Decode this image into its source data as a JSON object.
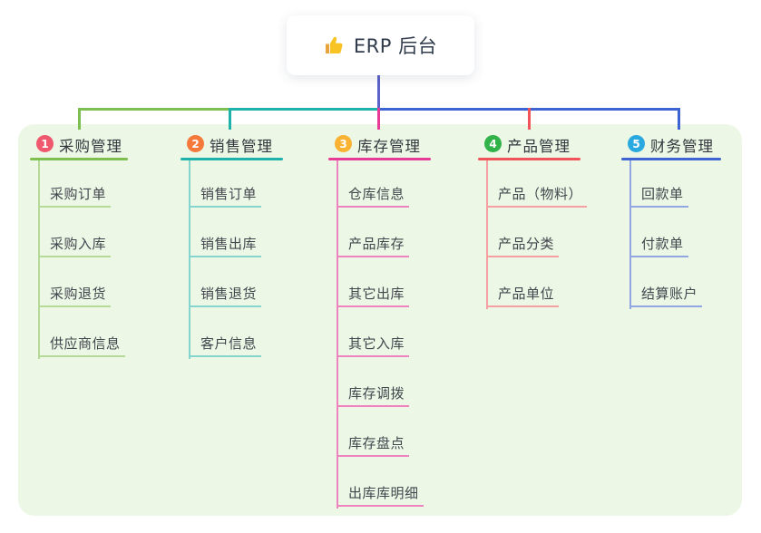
{
  "root": {
    "icon": "thumbs-up",
    "title": "ERP 后台"
  },
  "panel": {
    "background": "#ecf7e6"
  },
  "connectors": {
    "root_drop_color": "#5b62c9"
  },
  "branches": [
    {
      "number": "1",
      "label": "采购管理",
      "badge_color": "#f0586e",
      "line_color": "#7dbf50",
      "child_line_color": "#b5d996",
      "children": [
        "采购订单",
        "采购入库",
        "采购退货",
        "供应商信息"
      ]
    },
    {
      "number": "2",
      "label": "销售管理",
      "badge_color": "#f5793b",
      "line_color": "#1fb2aa",
      "child_line_color": "#84d5ce",
      "children": [
        "销售订单",
        "销售出库",
        "销售退货",
        "客户信息"
      ]
    },
    {
      "number": "3",
      "label": "库存管理",
      "badge_color": "#f9b232",
      "line_color": "#e83a97",
      "child_line_color": "#ef83c0",
      "children": [
        "仓库信息",
        "产品库存",
        "其它出库",
        "其它入库",
        "库存调拨",
        "库存盘点",
        "出库库明细"
      ]
    },
    {
      "number": "4",
      "label": "产品管理",
      "badge_color": "#32b34a",
      "line_color": "#f2525a",
      "child_line_color": "#f7a0a4",
      "children": [
        "产品（物料）",
        "产品分类",
        "产品单位"
      ]
    },
    {
      "number": "5",
      "label": "财务管理",
      "badge_color": "#2aa9e0",
      "line_color": "#3e63d2",
      "child_line_color": "#90a7e4",
      "children": [
        "回款单",
        "付款单",
        "结算账户"
      ]
    }
  ]
}
